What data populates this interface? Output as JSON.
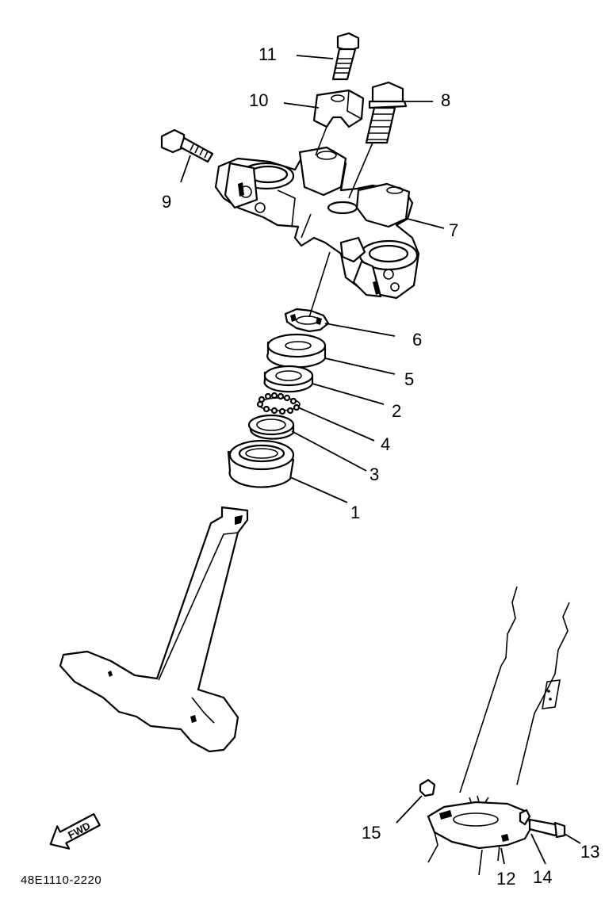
{
  "diagram": {
    "callouts": [
      {
        "id": "1",
        "text": "1"
      },
      {
        "id": "2",
        "text": "2"
      },
      {
        "id": "3",
        "text": "3"
      },
      {
        "id": "4",
        "text": "4"
      },
      {
        "id": "5",
        "text": "5"
      },
      {
        "id": "6",
        "text": "6"
      },
      {
        "id": "7",
        "text": "7"
      },
      {
        "id": "8",
        "text": "8"
      },
      {
        "id": "9",
        "text": "9"
      },
      {
        "id": "10",
        "text": "10"
      },
      {
        "id": "11",
        "text": "11"
      },
      {
        "id": "12",
        "text": "12"
      },
      {
        "id": "13",
        "text": "13"
      },
      {
        "id": "14",
        "text": "14"
      },
      {
        "id": "15",
        "text": "15"
      }
    ],
    "direction_arrow_label": "FWD",
    "drawing_code": "48E1110-2220"
  }
}
